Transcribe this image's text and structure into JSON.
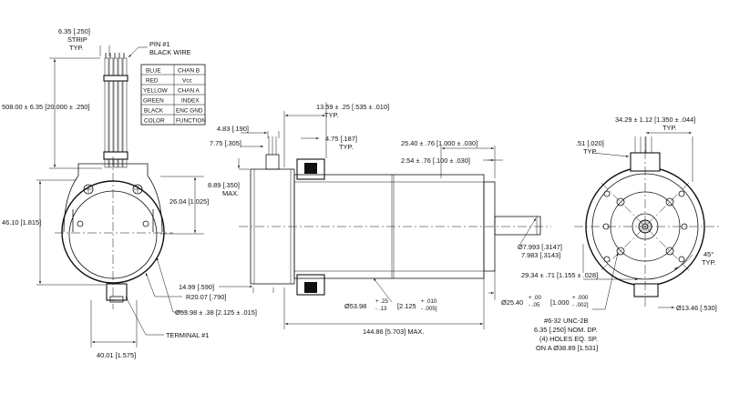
{
  "wire_table": {
    "rows": [
      {
        "color": "BLUE",
        "function": "CHAN B"
      },
      {
        "color": "RED",
        "function": "Vcc"
      },
      {
        "color": "YELLOW",
        "function": "CHAN A"
      },
      {
        "color": "GREEN",
        "function": "INDEX"
      },
      {
        "color": "BLACK",
        "function": "ENC GND"
      },
      {
        "color": "COLOR",
        "function": "FUNCTION"
      }
    ]
  },
  "labels": {
    "strip_1": "6.35 [.250]",
    "strip_2": "STRIP",
    "strip_3": "TYP.",
    "pin1_1": "PIN #1",
    "pin1_2": "BLACK WIRE",
    "lead_length": "508.00 ± 6.35 [20.000 ± .250]",
    "height_1": "46.10 [1.815]",
    "height_2": "26.04 [1.025]",
    "r_radius": "R20.07 [.790]",
    "enc_dia": "Ø53.98 ± .38 [2.125 ± .015]",
    "terminal": "TERMINAL #1",
    "width_40": "40.01 [1.575]",
    "d483": "4.83 [.190]",
    "d775": "7.75 [.305]",
    "d889_1": "8.89 [.350]",
    "d889_2": "MAX.",
    "d1359_1": "13.59 ± .25 [.535 ± .010]",
    "d1359_2": "TYP.",
    "d475_1": "4.75 [.187]",
    "d475_2": "TYP.",
    "d2540": "25.40 ± .76 [1.000 ± .030]",
    "d254": "2.54 ± .76 [.100 ± .030]",
    "shaft_1": "Ø7.993 [.3147]",
    "shaft_2": "7.983 [.3143]",
    "d1499": "14.99 [.590]",
    "body_dia_1": "Ø53.98",
    "body_dia_tol_1": "+ .25",
    "body_dia_tol_2": "- .13",
    "body_dia_2": "[2.125",
    "body_dia_tol_3": "+ .010",
    "body_dia_tol_4": "- .005]",
    "pilot_1": "Ø25.40",
    "pilot_tol_1": "+ .00",
    "pilot_tol_2": "- .05",
    "pilot_2": "[1.000",
    "pilot_tol_3": "+ .000",
    "pilot_tol_4": "- .002]",
    "overall": "144.86 [5.703] MAX.",
    "d3429_1": "34.29 ± 1.12 [1.350 ± .044]",
    "d3429_2": "TYP.",
    "d051_1": ".51 [.020]",
    "d051_2": "TYP.",
    "d2934": "29.34 ± .71 [1.155 ± .028]",
    "angle_1": "45°",
    "angle_2": "TYP.",
    "boss_dia": "Ø13.46 [.530]",
    "holes_1": "#6-32 UNC-2B",
    "holes_2": "6.35 [.250] NOM. DP.",
    "holes_3": "(4) HOLES EQ. SP.",
    "holes_4": "ON A Ø38.89 [1.531]"
  }
}
